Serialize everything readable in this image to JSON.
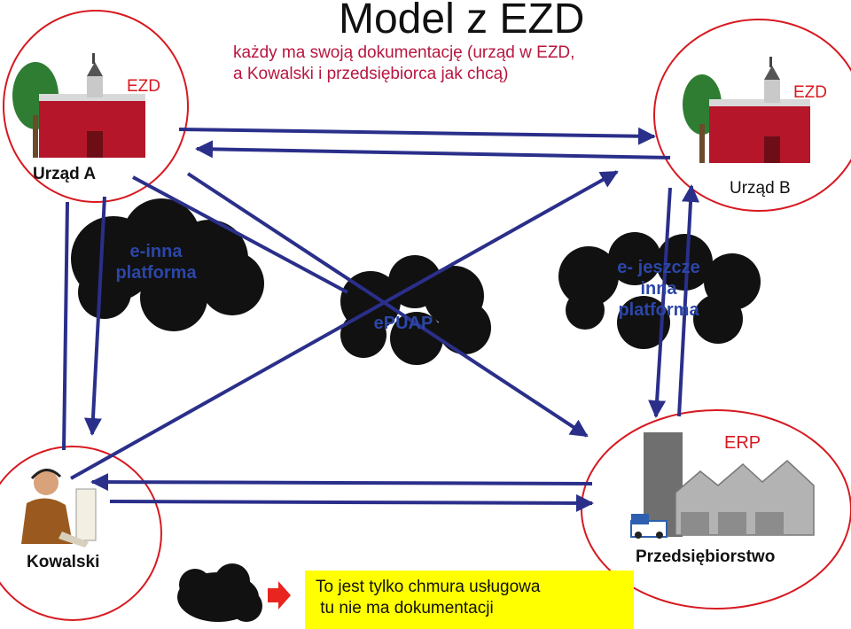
{
  "title": "Model z EZD",
  "subtitle_line1": "każdy ma swoją dokumentację (urząd w EZD,",
  "subtitle_line2": "a Kowalski i przedsiębiorca jak chcą)",
  "nodes": {
    "urzad_a": {
      "name": "Urząd A",
      "tag": "EZD"
    },
    "urzad_b": {
      "name": "Urząd B",
      "tag": "EZD"
    },
    "kowalski": {
      "name": "Kowalski"
    },
    "przedsiebiorstwo": {
      "name": "Przedsiębiorstwo",
      "tag": "ERP"
    }
  },
  "clouds": {
    "e_inna": {
      "line1": "e-inna",
      "line2": "platforma"
    },
    "epuap": {
      "label": "ePUAP"
    },
    "e_jeszcze": {
      "line1": "e- jeszcze",
      "line2": "inna",
      "line3": "platforma"
    }
  },
  "legend": {
    "line1": "To jest tylko chmura usługowa",
    "line2": " tu nie ma dokumentacji"
  },
  "colors": {
    "arrow": "#2a2f8a",
    "circle": "#d71920",
    "cloud": "#111111",
    "cloud_text": "#2c46a8",
    "note": "#ffff00",
    "legend_arrow": "#e8251f"
  },
  "icons": [
    "building-icon",
    "factory-icon",
    "person-at-computer-icon",
    "cloud-icon",
    "red-arrow-icon"
  ]
}
